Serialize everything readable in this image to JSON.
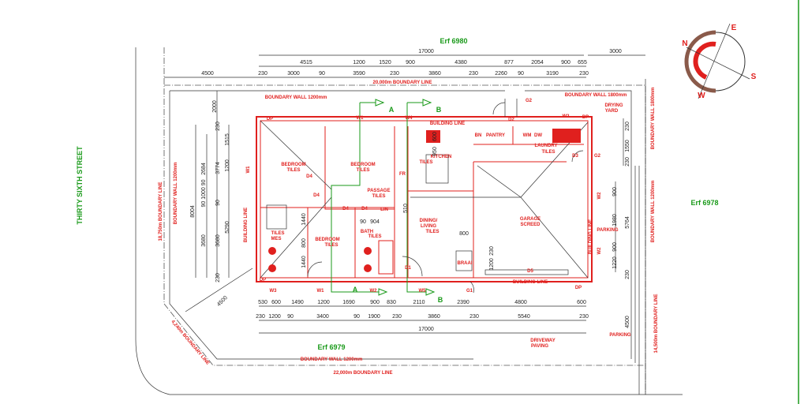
{
  "erf": {
    "top": "Erf 6980",
    "bottom": "Erf 6979",
    "right": "Erf 6978",
    "street": "THIRTY SIXTH STREET"
  },
  "boundary": {
    "top": "20,000m BOUNDARY LINE",
    "bottom": "22,000m BOUNDARY LINE",
    "left": "18,750m BOUNDARY LINE",
    "right": "14,500m BOUNDARY LINE",
    "corner": "4,240m BOUNDARY LINE",
    "wall_top": "BOUNDARY WALL 1200mm",
    "wall_top_right": "BOUNDARY WALL 1800mm",
    "wall_right_top": "BOUNDARY WALL 1800mm",
    "wall_right": "BOUNDARY WALL 1200mm",
    "wall_left": "BOUNDARY WALL 1200mm",
    "wall_bottom": "BOUNDARY WALL 1200mm"
  },
  "rooms": {
    "bed1": [
      "BEDROOM",
      "TILES"
    ],
    "bed2": [
      "BEDROOM",
      "TILES"
    ],
    "bed3": [
      "BEDROOM",
      "TILES"
    ],
    "passage": [
      "PASSAGE",
      "TILES"
    ],
    "kitchen": [
      "KITCHEN",
      "TILES"
    ],
    "dining": [
      "DINING/",
      "LIVING",
      "TILES"
    ],
    "mes": [
      "TILES",
      "MES"
    ],
    "bath": [
      "BATH",
      "TILES"
    ],
    "laundry": [
      "LAUNDRY",
      "TILES"
    ],
    "garage": [
      "GARAGE",
      "SCREED"
    ],
    "drying": [
      "DRYING",
      "YARD"
    ],
    "pantry": "PANTRY",
    "bin": "BN",
    "lin": "LIN",
    "fr": "FR",
    "wm": "WM",
    "dw": "DW",
    "braai": "BRAAI",
    "parking1": "PARKING",
    "parking2": "PARKING",
    "driveway": [
      "DRIVEWAY",
      "PAVING"
    ],
    "building_line": "BUILDING LINE"
  },
  "openings": {
    "W1": "W1",
    "W2": "W2",
    "W3": "W3",
    "W4": "W4",
    "W5": "W5",
    "D1": "D1",
    "D2": "D2",
    "D3": "D3",
    "D4": "D4",
    "D5": "D5",
    "G1": "G1",
    "G2": "G2",
    "DP": "DP",
    "A": "A",
    "B": "B"
  },
  "dims_top": {
    "overall": "17000",
    "r2": [
      "4515",
      "1200",
      "1520",
      "900",
      "4380",
      "877",
      "2054",
      "900",
      "655"
    ],
    "right": "3000",
    "r3": [
      "4500",
      "230",
      "3000",
      "90",
      "3590",
      "230",
      "3860",
      "230",
      "2260",
      "90",
      "3190",
      "230"
    ]
  },
  "dims_bottom": {
    "r1": [
      "530",
      "600",
      "1490",
      "1200",
      "1690",
      "900",
      "830",
      "2110",
      "2390",
      "4800",
      "600"
    ],
    "r2": [
      "230",
      "1200",
      "90",
      "3400",
      "90",
      "1900",
      "230",
      "3860",
      "230",
      "5540",
      "230"
    ],
    "overall": "17000"
  },
  "dims_left": [
    "2000",
    "8004",
    "2684",
    "90 1000 90",
    "3680",
    "230",
    "3774",
    "90",
    "3680",
    "230",
    "1515",
    "1200",
    "5290",
    "4500",
    "1440",
    "800",
    "1440"
  ],
  "dims_right": [
    "230",
    "1550",
    "230",
    "900",
    "1980",
    "900",
    "1220",
    "5764",
    "230",
    "4500",
    "1200",
    "230",
    "800",
    "950",
    "600",
    "510",
    "90",
    "904"
  ],
  "compass": {
    "N": "N",
    "S": "S",
    "E": "E",
    "W": "W"
  }
}
